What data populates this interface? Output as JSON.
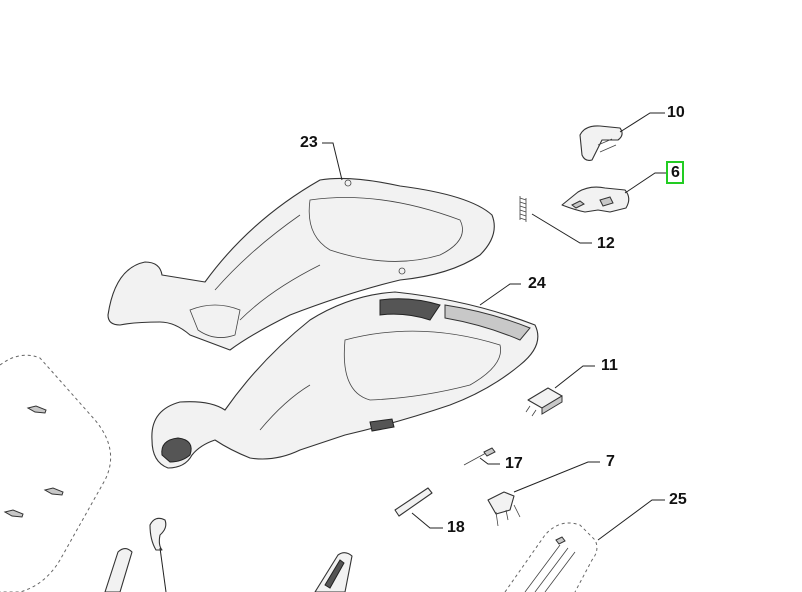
{
  "callouts": {
    "c10": "10",
    "c6": "6",
    "c23": "23",
    "c12": "12",
    "c24": "24",
    "c11": "11",
    "c17": "17",
    "c7": "7",
    "c25": "25",
    "c18": "18"
  },
  "highlight_color": "#22cc22",
  "highlighted_callout": "6"
}
